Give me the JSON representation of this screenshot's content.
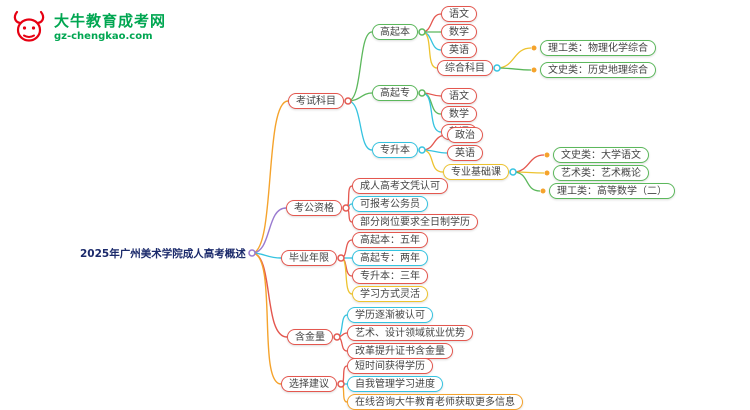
{
  "logo": {
    "title": "大牛教育成考网",
    "url": "gz-chengkao.com"
  },
  "root": {
    "label": "2025年广州美术学院成人高考概述"
  },
  "branches": [
    {
      "label": "考试科目",
      "children": [
        {
          "label": "高起本",
          "children": [
            {
              "label": "语文"
            },
            {
              "label": "数学"
            },
            {
              "label": "英语"
            },
            {
              "label": "综合科目",
              "children": [
                {
                  "label": "理工类：物理化学综合"
                },
                {
                  "label": "文史类：历史地理综合"
                }
              ]
            }
          ]
        },
        {
          "label": "高起专",
          "children": [
            {
              "label": "语文"
            },
            {
              "label": "数学"
            },
            {
              "label": "英语"
            }
          ]
        },
        {
          "label": "专升本",
          "children": [
            {
              "label": "政治"
            },
            {
              "label": "英语"
            },
            {
              "label": "专业基础课",
              "children": [
                {
                  "label": "文史类：大学语文"
                },
                {
                  "label": "艺术类：艺术概论"
                },
                {
                  "label": "理工类：高等数学（二）"
                }
              ]
            }
          ]
        }
      ]
    },
    {
      "label": "考公资格",
      "children": [
        {
          "label": "成人高考文凭认可"
        },
        {
          "label": "可报考公务员"
        },
        {
          "label": "部分岗位要求全日制学历"
        }
      ]
    },
    {
      "label": "毕业年限",
      "children": [
        {
          "label": "高起本：五年"
        },
        {
          "label": "高起专：两年"
        },
        {
          "label": "专升本：三年"
        },
        {
          "label": "学习方式灵活"
        }
      ]
    },
    {
      "label": "含金量",
      "children": [
        {
          "label": "学历逐渐被认可"
        },
        {
          "label": "艺术、设计领域就业优势"
        },
        {
          "label": "改革提升证书含金量"
        }
      ]
    },
    {
      "label": "选择建议",
      "children": [
        {
          "label": "短时间获得学历"
        },
        {
          "label": "自我管理学习进度"
        },
        {
          "label": "在线咨询大牛教育老师获取更多信息"
        }
      ]
    }
  ],
  "colors": {
    "orange": "#f5a32c",
    "red": "#e4574f",
    "green": "#5cb85c",
    "cyan": "#35c3e0",
    "yellow": "#edc32f",
    "purple": "#9a7bd0",
    "root_text": "#1b2a6b",
    "brand_green": "#00a651",
    "brand_red": "#e60012"
  }
}
